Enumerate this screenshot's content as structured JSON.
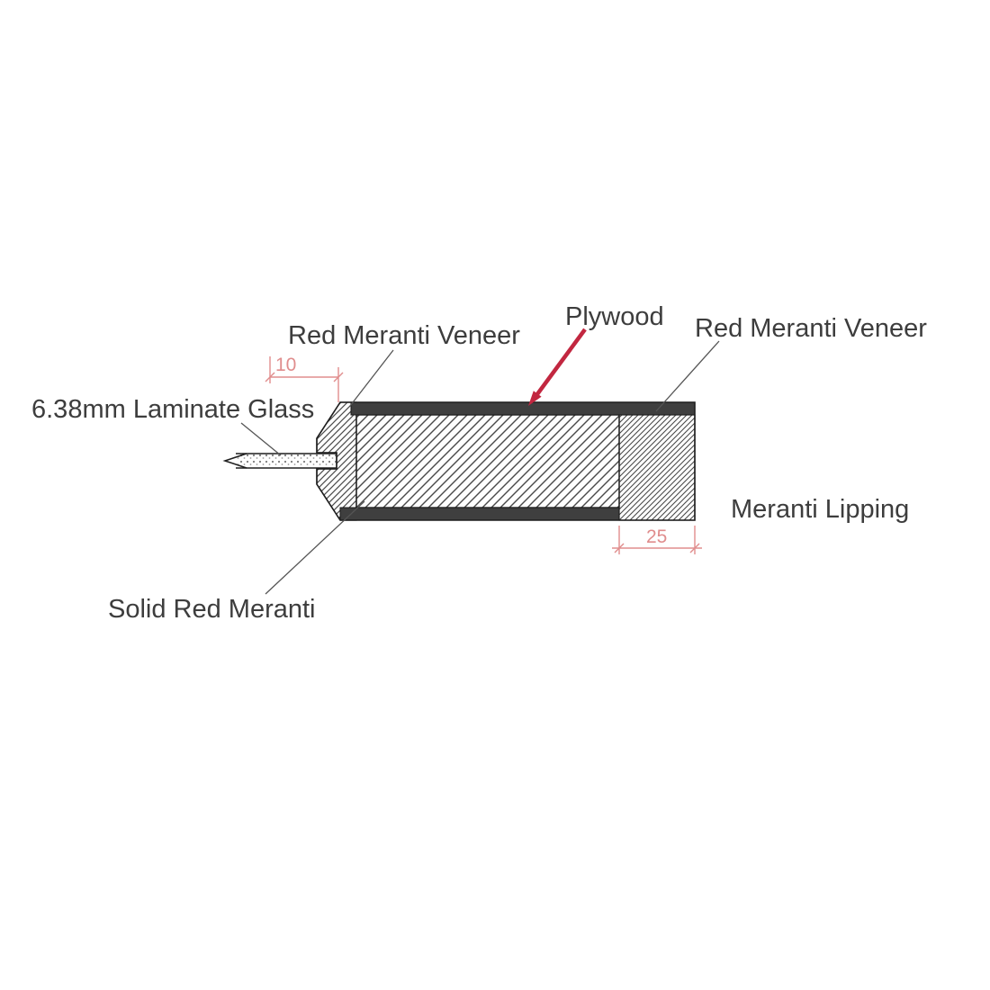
{
  "diagram": {
    "title": "Door edge cross-section construction diagram",
    "labels": {
      "veneer_top_left": "Red Meranti Veneer",
      "plywood": "Plywood",
      "veneer_top_right": "Red Meranti Veneer",
      "laminate_glass": "6.38mm Laminate Glass",
      "meranti_lipping": "Meranti Lipping",
      "solid_red_meranti": "Solid Red Meranti"
    },
    "dimensions": {
      "glass_rebate_width_mm": "10",
      "lipping_width_mm": "25"
    },
    "colors": {
      "dimension": "#e08d8d",
      "arrow": "#c22740",
      "label_text": "#3d3d3d",
      "hatch": "#4a4a4a"
    }
  }
}
